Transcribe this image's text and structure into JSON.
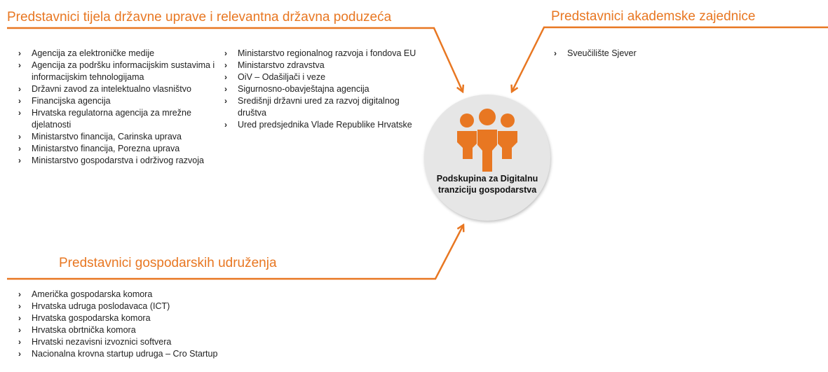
{
  "headings": {
    "government": "Predstavnici tijela državne uprave i relevantna državna poduzeća",
    "academic": "Predstavnici akademske zajednice",
    "business": "Predstavnici gospodarskih udruženja"
  },
  "bullet_icon": "chevron-right-icon",
  "government_col1": [
    "Agencija za elektroničke medije",
    "Agencija za podršku informacijskim sustavima i informacijskim tehnologijama",
    "Državni zavod za intelektualno vlasništvo",
    "Financijska agencija",
    "Hrvatska regulatorna agencija za mrežne djelatnosti",
    "Ministarstvo financija, Carinska uprava",
    "Ministarstvo financija, Porezna uprava",
    "Ministarstvo gospodarstva i održivog razvoja"
  ],
  "government_col2": [
    "Ministarstvo regionalnog razvoja i fondova EU",
    "Ministarstvo zdravstva",
    "OiV – Odašiljači i veze",
    "Sigurnosno-obavještajna agencija",
    "Središnji državni ured za razvoj digitalnog društva",
    "Ured predsjednika Vlade Republike Hrvatske"
  ],
  "academic": [
    "Sveučilište Sjever"
  ],
  "business": [
    "Američka gospodarska komora",
    "Hrvatska udruga poslodavaca (ICT)",
    "Hrvatska gospodarska komora",
    "Hrvatska obrtnička komora",
    "Hrvatski nezavisni izvoznici softvera",
    "Nacionalna krovna startup udruga – Cro Startup"
  ],
  "center": {
    "icon": "group-people-icon",
    "label_line1": "Podskupina za Digitalnu",
    "label_line2": "tranziciju gospodarstva"
  },
  "colors": {
    "accent": "#E87722",
    "circle": "#e6e6e6",
    "text": "#222222"
  }
}
